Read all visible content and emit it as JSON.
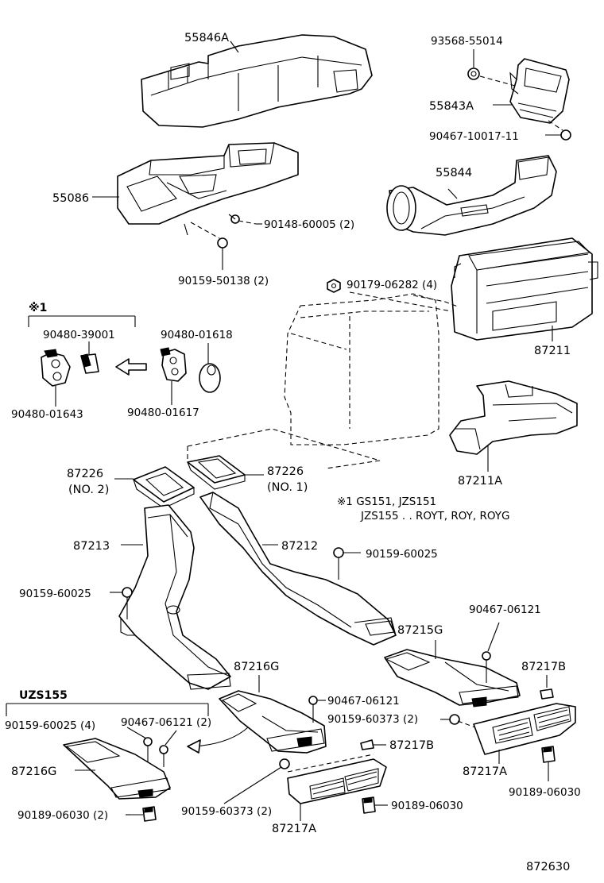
{
  "labels": {
    "p55846A": "55846A",
    "p93568": "93568-55014",
    "p55843A": "55843A",
    "p90467_10017": "90467-10017-11",
    "p55844": "55844",
    "p55086": "55086",
    "p90148": "90148-60005 (2)",
    "p90159_50138": "90159-50138 (2)",
    "p90179": "90179-06282 (4)",
    "p87211": "87211",
    "note_mark": "※1",
    "p90480_39001": "90480-39001",
    "p90480_01618": "90480-01618",
    "p90480_01643": "90480-01643",
    "p90480_01617": "90480-01617",
    "p87211A": "87211A",
    "p87226_left": "87226",
    "p87226_left_no": "(NO. 2)",
    "p87226_right": "87226",
    "p87226_right_no": "(NO. 1)",
    "note_line1": "※1 GS151, JZS151",
    "note_line2": "JZS155 . . ROYT, ROY, ROYG",
    "p87213": "87213",
    "p87212": "87212",
    "p90159_60025_a": "90159-60025",
    "p90159_60025_b": "90159-60025",
    "p90467_06121_a": "90467-06121",
    "p87215G": "87215G",
    "p87216G_top": "87216G",
    "p87217B_a": "87217B",
    "uzs_label": "UZS155",
    "p90467_06121_b": "90467-06121",
    "p90159_60025_4": "90159-60025 (4)",
    "p90467_06121_2": "90467-06121 (2)",
    "p90159_60373_a": "90159-60373 (2)",
    "p87217B_b": "87217B",
    "p87216G_bottom": "87216G",
    "p87217A_right": "87217A",
    "p90189_06030_right": "90189-06030",
    "p90189_06030_left": "90189-06030 (2)",
    "p90159_60373_b": "90159-60373 (2)",
    "p90189_06030_mid": "90189-06030",
    "p87217A_bottom": "87217A",
    "figure_number": "872630"
  }
}
